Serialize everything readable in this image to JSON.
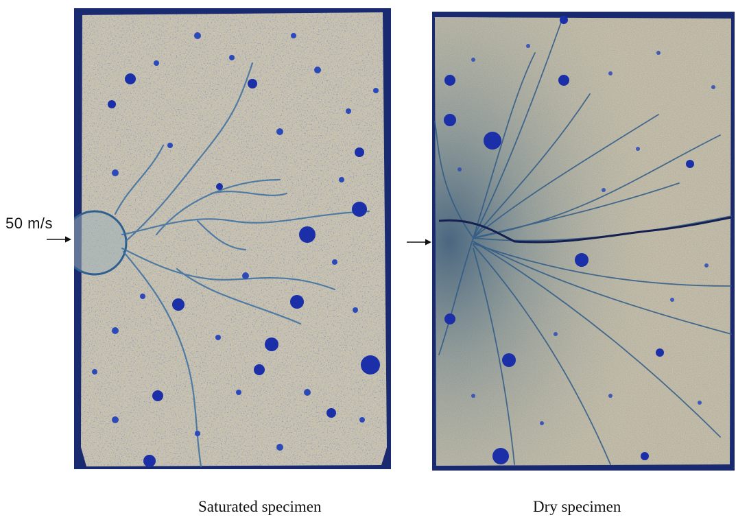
{
  "labels": {
    "velocity": "50 m/s",
    "caption_saturated": "Saturated specimen",
    "caption_dry": "Dry specimen"
  },
  "colors": {
    "stone": "#cfc8b4",
    "stone_dark": "#b8b09b",
    "backing_blue": "#1a2a70",
    "dye_blue": "#2c49b8",
    "crack_blue": "#3b6fa0"
  }
}
